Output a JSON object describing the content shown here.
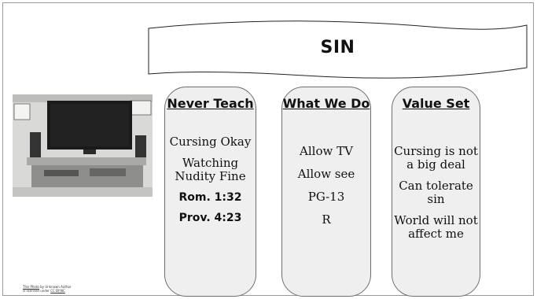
{
  "banner": {
    "title": "SIN"
  },
  "photo": {
    "alt": "TV on stand",
    "caption_line1": "This Photo",
    "caption_line2": "by Unknown Author",
    "caption_line3": "is licensed under",
    "caption_license": "CC BY-NC"
  },
  "columns": [
    {
      "heading": "Never Teach",
      "items": [
        "Cursing Okay",
        "Watching Nudity Fine"
      ],
      "refs": [
        "Rom. 1:32",
        "Prov. 4:23"
      ]
    },
    {
      "heading": "What We Do",
      "items": [
        "Allow TV",
        "Allow see",
        "PG-13",
        "R"
      ]
    },
    {
      "heading": "Value Set",
      "items": [
        "Cursing is not a big deal",
        "Can tolerate sin",
        "World will not affect me"
      ]
    }
  ]
}
